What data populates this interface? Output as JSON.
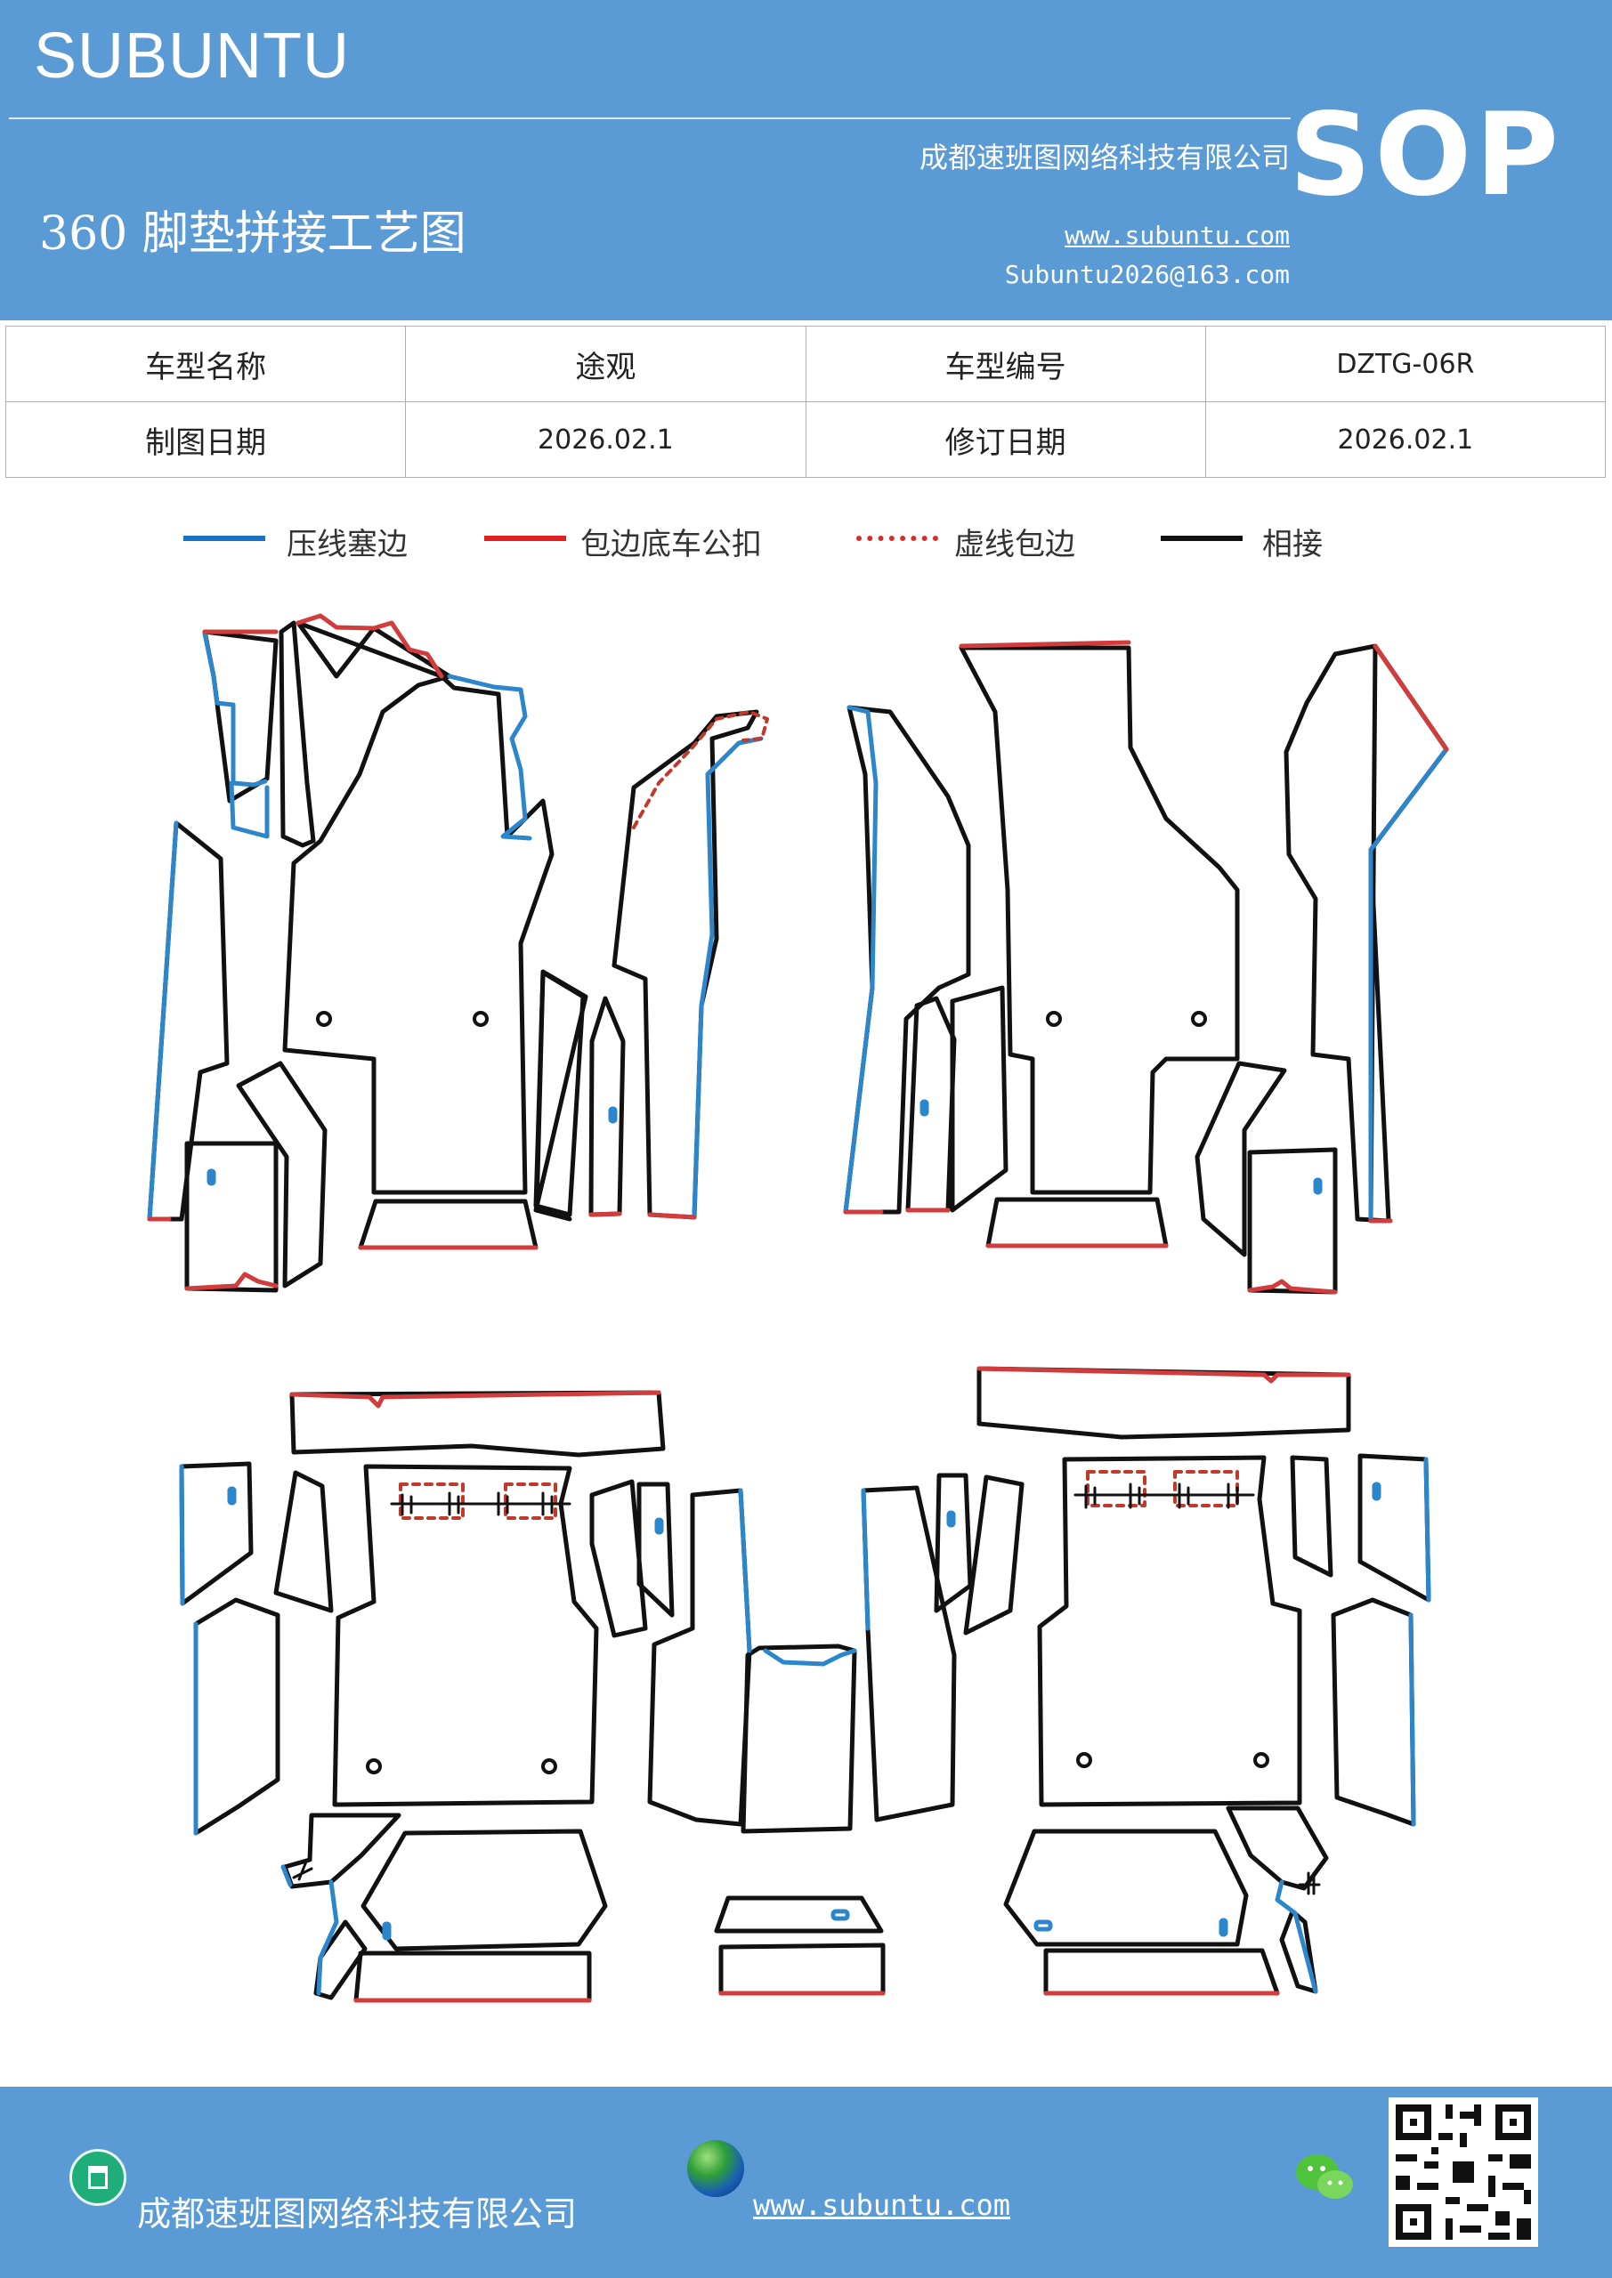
{
  "header": {
    "brand": "SUBUNTU",
    "company": "成都速班图网络科技有限公司",
    "title": "360 脚垫拼接工艺图",
    "website": "www.subuntu.com",
    "email": "Subuntu2026@163.com",
    "badge": "SOP"
  },
  "info_table": {
    "rows": [
      [
        "车型名称",
        "途观",
        "车型编号",
        "DZTG-06R"
      ],
      [
        "制图日期",
        "2026.02.1",
        "修订日期",
        "2026.02.1"
      ]
    ]
  },
  "legend": {
    "items": [
      {
        "label": "压线塞边",
        "color": "#1a72c4",
        "style": "solid"
      },
      {
        "label": "包边底车公扣",
        "color": "#e02020",
        "style": "solid"
      },
      {
        "label": "虚线包边",
        "color": "#d62c2c",
        "style": "dotted"
      },
      {
        "label": "相接",
        "color": "#111111",
        "style": "solid"
      }
    ]
  },
  "colors": {
    "header_bg": "#5b9bd5",
    "press_line": "#2c86cc",
    "edge_binding": "#d23c3c",
    "outline": "#111111"
  },
  "footer": {
    "company": "成都速班图网络科技有限公司",
    "website": "www.subuntu.com",
    "icons": [
      "building-icon",
      "globe-icon",
      "wechat-icon",
      "qr-code"
    ]
  }
}
